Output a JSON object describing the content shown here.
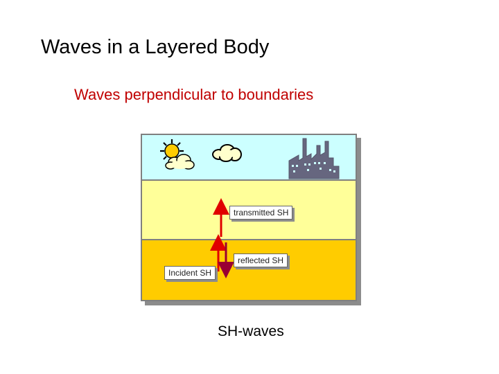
{
  "title": "Waves in a Layered Body",
  "subtitle": "Waves perpendicular to boundaries",
  "caption": "SH-waves",
  "labels": {
    "transmitted": "transmitted SH",
    "reflected": "reflected SH",
    "incident": "Incident SH"
  },
  "colors": {
    "sky": "#ccffff",
    "upper_layer": "#ffff99",
    "lower_layer": "#ffcc00",
    "subtitle": "#c00000",
    "arrow_red": "#e00000",
    "arrow_dark": "#990033"
  },
  "icons": [
    "sun-icon",
    "cloud-icon",
    "factory-icon"
  ]
}
